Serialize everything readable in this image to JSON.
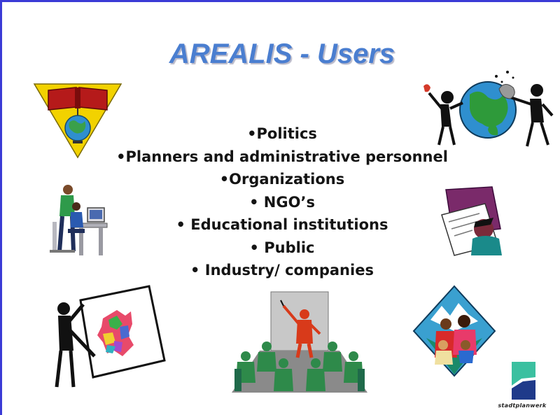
{
  "slide": {
    "title": "AREALIS - Users",
    "bullets": [
      "•Politics",
      "•Planners and administrative personnel",
      "•Organizations",
      "• NGO’s",
      "• Educational institutions",
      "• Public",
      "• Industry/ companies"
    ],
    "logo_text": "stadtplanwerk"
  },
  "colors": {
    "border": "#3b3bd6",
    "title": "#4a7ed0",
    "text": "#141414"
  },
  "icons": [
    "book-globe-emblem-icon",
    "globe-cleaning-figures-icon",
    "computer-workers-icon",
    "graduate-certificate-icon",
    "map-presenter-figure-icon",
    "classroom-presenter-icon",
    "diverse-people-diamond-icon",
    "company-logo-icon"
  ]
}
